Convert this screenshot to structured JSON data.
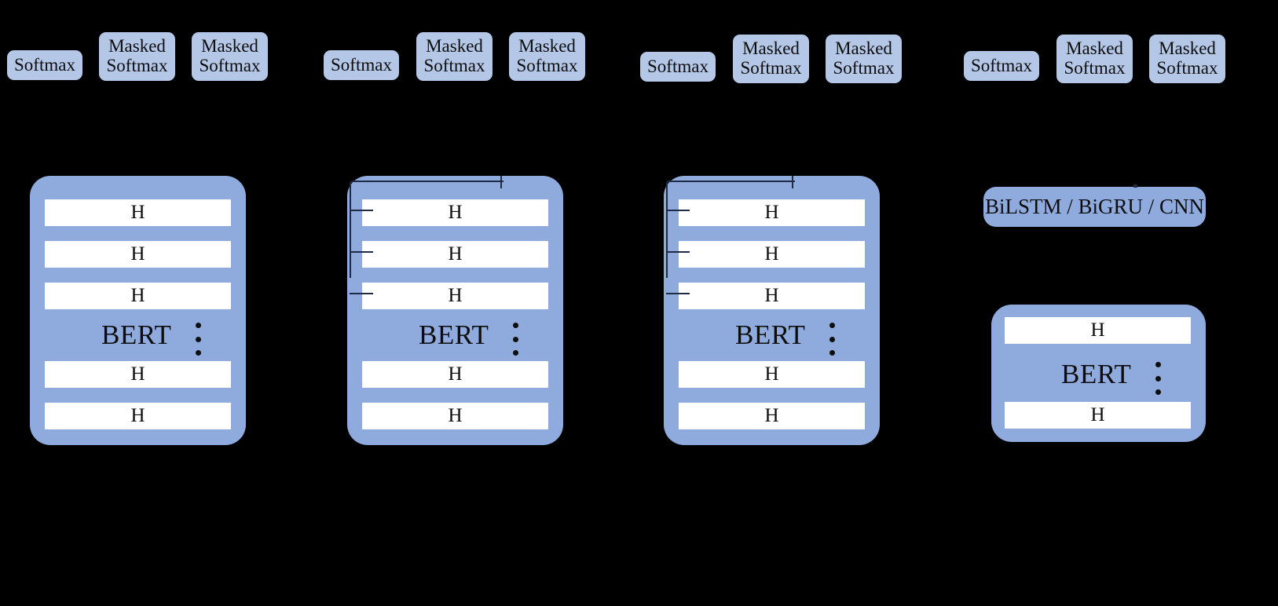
{
  "figure": {
    "background_color": "#000000",
    "palette": {
      "softmax_fill": "#b4c7e7",
      "encoder_fill": "#8faadc",
      "hidden_state_fill": "#ffffff",
      "text_color": "#0d0d0d",
      "wire_color": "#1f2a44"
    }
  },
  "labels": {
    "softmax": "Softmax",
    "masked_softmax": "Masked\nSoftmax",
    "bert": "BERT",
    "hidden_state": "H",
    "alt_encoder": "BiLSTM / BiGRU / CNN",
    "vertical_ellipsis": "vertical-dots"
  },
  "columns": [
    {
      "id": "column-1",
      "heads": [
        {
          "id": "head-1-1",
          "label": "Softmax"
        },
        {
          "id": "head-1-2",
          "label": "Masked\nSoftmax"
        },
        {
          "id": "head-1-3",
          "label": "Masked\nSoftmax"
        }
      ],
      "encoder": {
        "id": "encoder-1",
        "label": "BERT",
        "hidden_states": [
          "H",
          "H",
          "H",
          "H",
          "H"
        ],
        "ellipsis": "vertical-dots",
        "has_skip_wires": false
      }
    },
    {
      "id": "column-2",
      "heads": [
        {
          "id": "head-2-1",
          "label": "Softmax"
        },
        {
          "id": "head-2-2",
          "label": "Masked\nSoftmax"
        },
        {
          "id": "head-2-3",
          "label": "Masked\nSoftmax"
        }
      ],
      "encoder": {
        "id": "encoder-2",
        "label": "BERT",
        "hidden_states": [
          "H",
          "H",
          "H",
          "H",
          "H"
        ],
        "ellipsis": "vertical-dots",
        "has_skip_wires": true
      }
    },
    {
      "id": "column-3",
      "heads": [
        {
          "id": "head-3-1",
          "label": "Softmax"
        },
        {
          "id": "head-3-2",
          "label": "Masked\nSoftmax"
        },
        {
          "id": "head-3-3",
          "label": "Masked\nSoftmax"
        }
      ],
      "encoder": {
        "id": "encoder-3",
        "label": "BERT",
        "hidden_states": [
          "H",
          "H",
          "H",
          "H",
          "H"
        ],
        "ellipsis": "vertical-dots",
        "has_skip_wires": true
      }
    },
    {
      "id": "column-4",
      "heads": [
        {
          "id": "head-4-1",
          "label": "Softmax"
        },
        {
          "id": "head-4-2",
          "label": "Masked\nSoftmax"
        },
        {
          "id": "head-4-3",
          "label": "Masked\nSoftmax"
        }
      ],
      "alt_encoder": {
        "id": "alt-encoder-4",
        "label": "BiLSTM / BiGRU / CNN"
      },
      "encoder": {
        "id": "encoder-4",
        "label": "BERT",
        "hidden_states": [
          "H",
          "H"
        ],
        "ellipsis": "vertical-dots",
        "has_skip_wires": false
      }
    }
  ]
}
